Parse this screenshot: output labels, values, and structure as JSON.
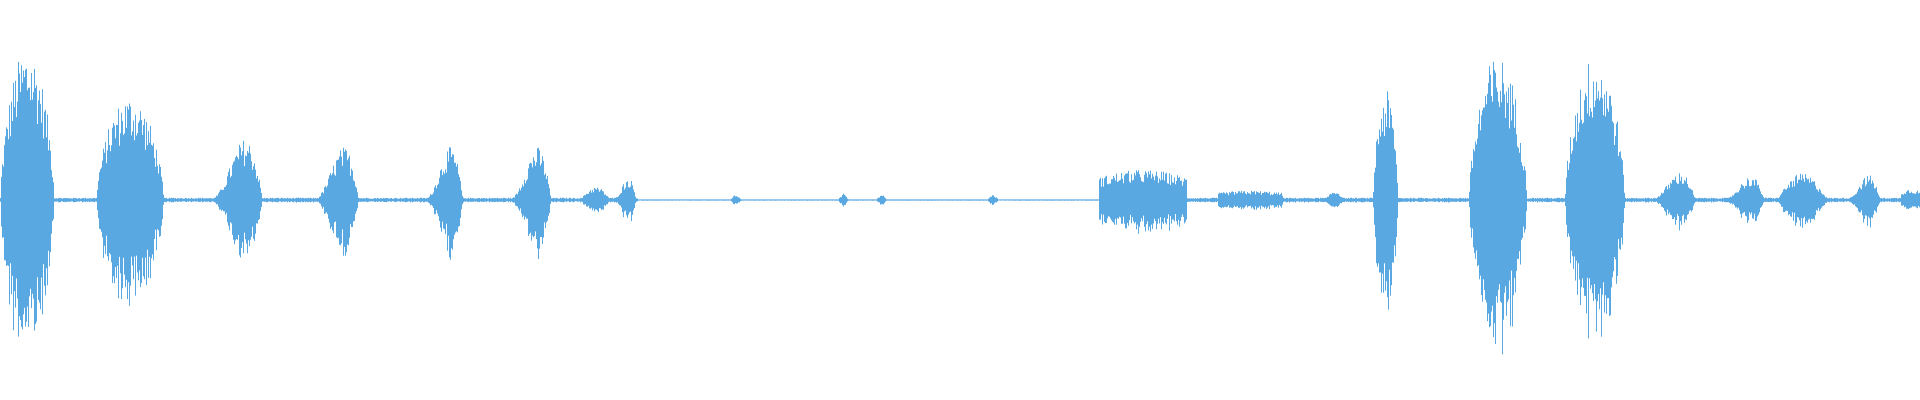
{
  "waveform": {
    "color": "#5aa8e2",
    "background": "#ffffff",
    "baseline_amplitude": 0.012,
    "duration_fraction_segments": [
      {
        "start": 0.0,
        "end": 0.028,
        "peak": 0.8,
        "shape": "burst"
      },
      {
        "start": 0.05,
        "end": 0.085,
        "peak": 0.55,
        "shape": "burst"
      },
      {
        "start": 0.108,
        "end": 0.138,
        "peak": 0.44,
        "shape": "ramp"
      },
      {
        "start": 0.162,
        "end": 0.188,
        "peak": 0.38,
        "shape": "ramp"
      },
      {
        "start": 0.22,
        "end": 0.242,
        "peak": 0.38,
        "shape": "ramp"
      },
      {
        "start": 0.264,
        "end": 0.288,
        "peak": 0.38,
        "shape": "ramp"
      },
      {
        "start": 0.302,
        "end": 0.318,
        "peak": 0.07,
        "shape": "hump"
      },
      {
        "start": 0.318,
        "end": 0.332,
        "peak": 0.16,
        "shape": "ramp"
      },
      {
        "start": 0.572,
        "end": 0.618,
        "peak": 0.16,
        "shape": "flat"
      },
      {
        "start": 0.634,
        "end": 0.668,
        "peak": 0.05,
        "shape": "flat"
      },
      {
        "start": 0.69,
        "end": 0.7,
        "peak": 0.05,
        "shape": "hump"
      },
      {
        "start": 0.715,
        "end": 0.728,
        "peak": 0.58,
        "shape": "burst"
      },
      {
        "start": 0.765,
        "end": 0.795,
        "peak": 0.76,
        "shape": "burst"
      },
      {
        "start": 0.815,
        "end": 0.846,
        "peak": 0.76,
        "shape": "burst"
      },
      {
        "start": 0.858,
        "end": 0.884,
        "peak": 0.2,
        "shape": "ramp"
      },
      {
        "start": 0.896,
        "end": 0.92,
        "peak": 0.17,
        "shape": "ramp"
      },
      {
        "start": 0.925,
        "end": 0.952,
        "peak": 0.14,
        "shape": "hump"
      },
      {
        "start": 0.96,
        "end": 0.98,
        "peak": 0.18,
        "shape": "ramp"
      },
      {
        "start": 0.99,
        "end": 1.0,
        "peak": 0.06,
        "shape": "flat"
      }
    ],
    "silent_range": [
      0.332,
      0.572
    ],
    "small_blips": [
      0.383,
      0.439,
      0.459,
      0.517
    ]
  }
}
